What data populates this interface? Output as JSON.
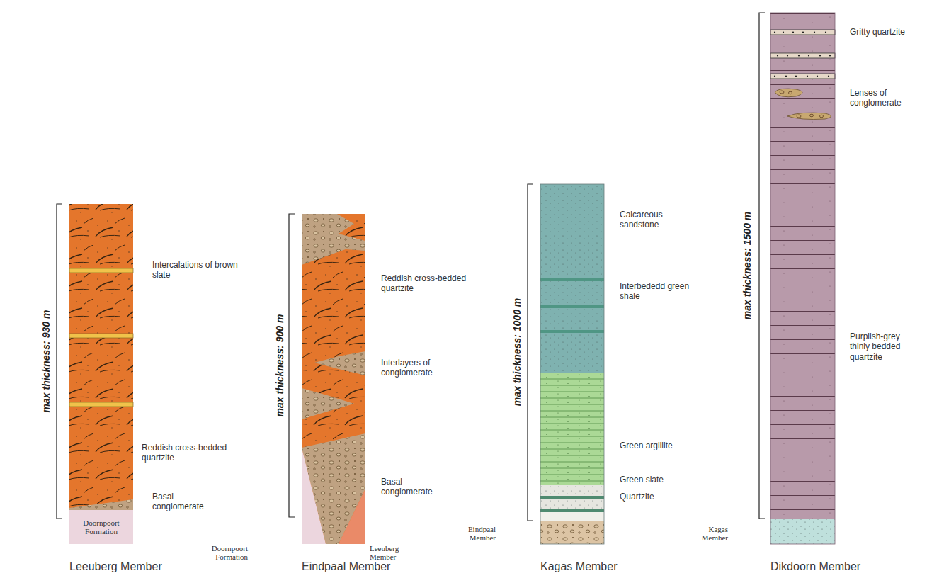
{
  "diagram": {
    "nodes": [
      {
        "text": [
          "Doornpoort Formation"
        ]
      }
    ],
    "labels": [
      "max thickness: 930 m",
      "Intercalations of brown slate",
      "Reddish cross-bedded quartzite",
      "Basal conglomerate",
      "Leeuberg Member",
      "max thickness: 900 m",
      "Reddish cross-bedded quartzite",
      "Interlayers of conglomerate",
      "Basal conglomerate",
      "Doornpoort Formation",
      "Leeuberg Member",
      "Eindpaal Member",
      "max thickness: 1000 m",
      "Calcareous sandstone",
      "Interbededd green shale",
      "Green argillite",
      "Green slate",
      "Quartzite",
      "Eindpaal Member",
      "Kagas Member",
      "max thickness: 1500 m",
      "Gritty quartzite",
      "Lenses of conglomerate",
      "Purplish-grey thinly bedded quartzite",
      "Kagas Member",
      "Dikdoorn Member"
    ]
  }
}
